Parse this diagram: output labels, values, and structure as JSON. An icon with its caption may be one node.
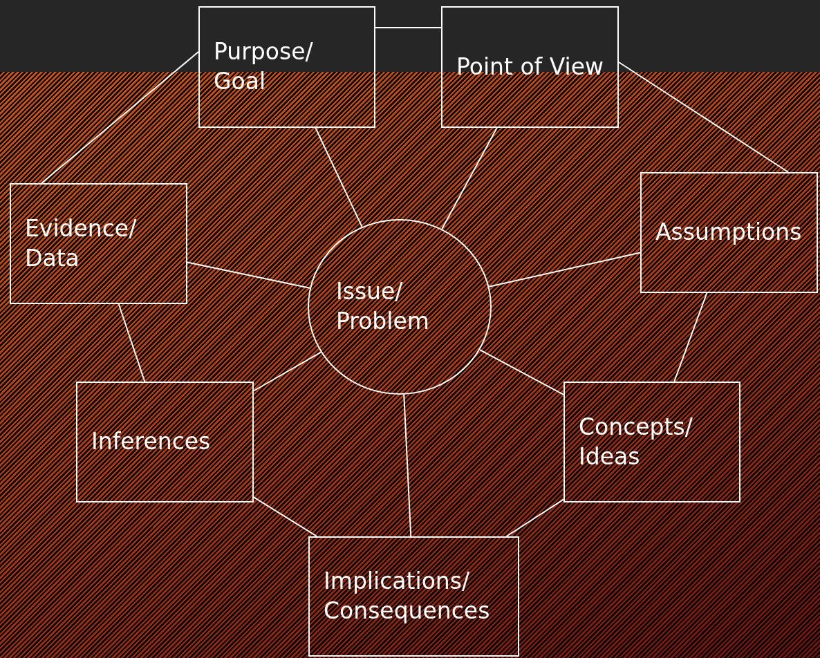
{
  "diagram": {
    "nodes": [
      {
        "text": [
          "Purpose/ Goal"
        ]
      },
      {
        "text": [
          "Point of View"
        ]
      },
      {
        "text": [
          "Evidence/ Data"
        ]
      },
      {
        "text": [
          "Assumptions"
        ]
      },
      {
        "text": [
          "Issue/ Problem"
        ]
      },
      {
        "text": [
          "Inferences"
        ]
      },
      {
        "text": [
          "Concepts/ Ideas"
        ]
      },
      {
        "text": [
          "Implications/ Consequences"
        ]
      }
    ],
    "edges": [
      {
        "from": 0,
        "to": 1,
        "arrow": "none"
      },
      {
        "from": 0,
        "to": 2,
        "arrow": "none"
      },
      {
        "from": 1,
        "to": 3,
        "arrow": "none"
      },
      {
        "from": 0,
        "to": 4,
        "arrow": "none"
      },
      {
        "from": 1,
        "to": 4,
        "arrow": "none"
      },
      {
        "from": 2,
        "to": 4,
        "arrow": "none"
      },
      {
        "from": 3,
        "to": 4,
        "arrow": "none"
      },
      {
        "from": 4,
        "to": 5,
        "arrow": "none"
      },
      {
        "from": 4,
        "to": 6,
        "arrow": "none"
      },
      {
        "from": 4,
        "to": 7,
        "arrow": "none"
      },
      {
        "from": 2,
        "to": 5,
        "arrow": "none"
      },
      {
        "from": 3,
        "to": 6,
        "arrow": "none"
      },
      {
        "from": 5,
        "to": 7,
        "arrow": "none"
      },
      {
        "from": 6,
        "to": 7,
        "arrow": "none"
      }
    ]
  }
}
